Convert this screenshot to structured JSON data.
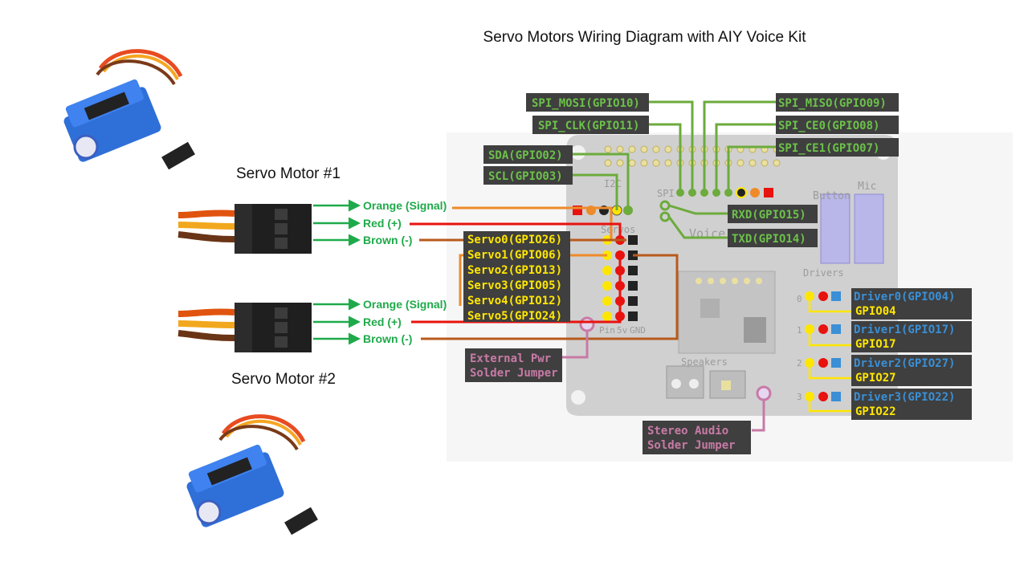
{
  "title": "Servo Motors Wiring Diagram with AIY Voice Kit",
  "servo_captions": [
    "Servo Motor #1",
    "Servo Motor #2"
  ],
  "wire_labels": {
    "servo1": [
      "Orange (Signal)",
      "Red (+)",
      "Brown (-)"
    ],
    "servo2": [
      "Orange (Signal)",
      "Red (+)",
      "Brown (-)"
    ]
  },
  "gpio_labels": {
    "spi_mosi": "SPI_MOSI(GPIO10)",
    "spi_clk": "SPI_CLK(GPIO11)",
    "spi_miso": "SPI_MISO(GPIO09)",
    "spi_ce0": "SPI_CE0(GPIO08)",
    "spi_ce1": "SPI_CE1(GPIO07)",
    "sda": "SDA(GPIO02)",
    "scl": "SCL(GPIO03)",
    "rxd": "RXD(GPIO15)",
    "txd": "TXD(GPIO14)"
  },
  "servo_pins": [
    "Servo0(GPIO26)",
    "Servo1(GPIO06)",
    "Servo2(GPIO13)",
    "Servo3(GPIO05)",
    "Servo4(GPIO12)",
    "Servo5(GPIO24)"
  ],
  "drivers": [
    {
      "label": "Driver0(GPIO04)",
      "gpio": "GPIO04"
    },
    {
      "label": "Driver1(GPIO17)",
      "gpio": "GPIO17"
    },
    {
      "label": "Driver2(GPIO27)",
      "gpio": "GPIO27"
    },
    {
      "label": "Driver3(GPIO22)",
      "gpio": "GPIO22"
    }
  ],
  "jumpers": {
    "external": [
      "External Pwr",
      "Solder Jumper"
    ],
    "stereo": [
      "Stereo Audio",
      "Solder Jumper"
    ]
  },
  "board_silk": {
    "i2c": "I2C",
    "spi": "SPI",
    "button": "Button",
    "mic": "Mic",
    "voice": "Voice",
    "servos": "Servos",
    "drivers": "Drivers",
    "speakers": "Speakers",
    "pin": "Pin",
    "fivev": "5v",
    "gnd": "GND",
    "driver_nums": [
      "0",
      "1",
      "2",
      "3"
    ]
  },
  "colors": {
    "signal": "#ee8a2a",
    "power": "#e8120e",
    "ground": "#b85a1c",
    "green_lines": "#6cab3c",
    "label_bg": "#3f3f3f",
    "board": "#d0d0d0",
    "yellow_pin": "#ffe600",
    "blue": "#3a8fd6",
    "pink": "#c87aa6"
  },
  "icons": [
    "servo-motor-icon",
    "connector-plug-icon",
    "arrow-right-icon"
  ]
}
